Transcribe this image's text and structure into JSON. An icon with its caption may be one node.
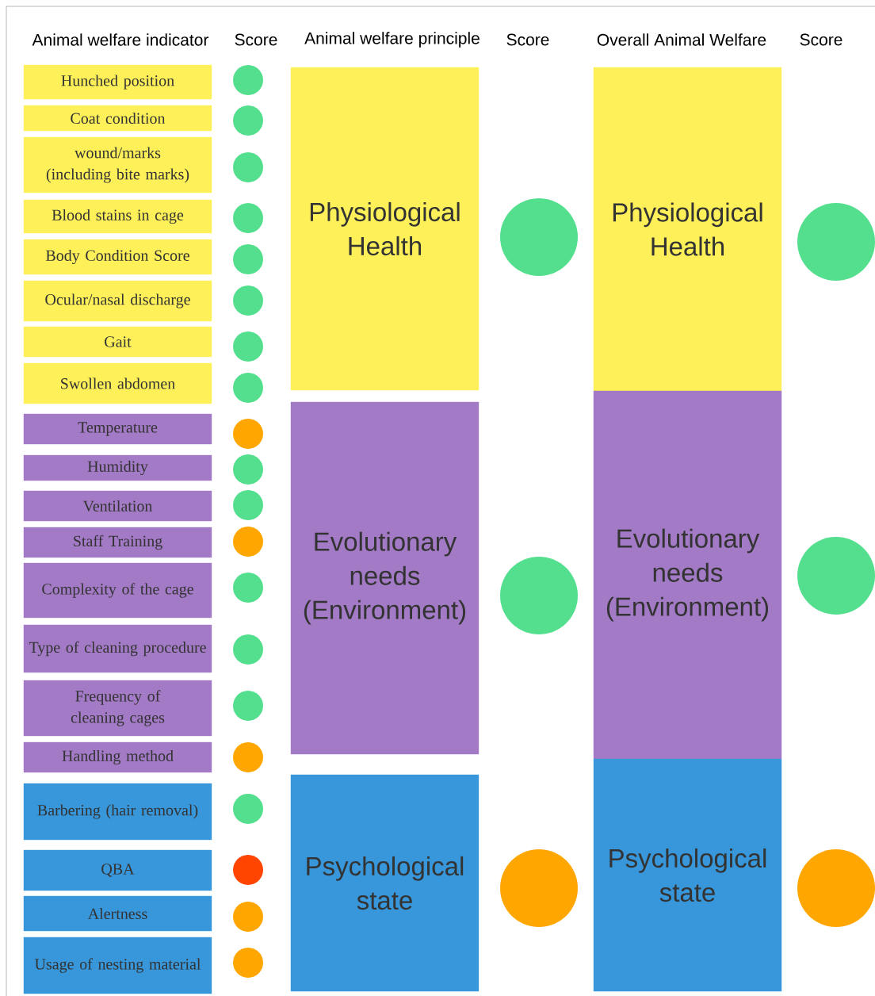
{
  "diagram": {
    "nodes": [
      {
        "text": [
          "Hunched position"
        ]
      },
      {
        "text": [
          "Coat condition"
        ]
      },
      {
        "text": [
          "wound/marks (including bite marks)"
        ]
      },
      {
        "text": [
          "Blood stains in cage"
        ]
      },
      {
        "text": [
          "Body Condition Score"
        ]
      },
      {
        "text": [
          "Ocular/nasal discharge"
        ]
      },
      {
        "text": [
          "Gait"
        ]
      },
      {
        "text": [
          "Swollen abdomen"
        ]
      },
      {
        "text": [
          "Temperature"
        ]
      },
      {
        "text": [
          "Humidity"
        ]
      },
      {
        "text": [
          "Ventilation"
        ]
      },
      {
        "text": [
          "Staff Training"
        ]
      },
      {
        "text": [
          "Complexity of the cage"
        ]
      },
      {
        "text": [
          "Type of cleaning procedure"
        ]
      },
      {
        "text": [
          "Frequency of cleaning cages"
        ]
      },
      {
        "text": [
          "Handling method"
        ]
      },
      {
        "text": [
          "Barbering (hair removal)"
        ]
      },
      {
        "text": [
          "QBA"
        ]
      },
      {
        "text": [
          "Alertness"
        ]
      },
      {
        "text": [
          "Usage of nesting material"
        ]
      },
      {
        "text": [],
        "shape": "circle"
      },
      {
        "text": [],
        "shape": "circle"
      },
      {
        "text": [],
        "shape": "circle"
      },
      {
        "text": [],
        "shape": "circle"
      },
      {
        "text": [],
        "shape": "circle"
      },
      {
        "text": [],
        "shape": "circle"
      },
      {
        "text": [],
        "shape": "circle"
      },
      {
        "text": [],
        "shape": "circle"
      },
      {
        "text": [],
        "shape": "circle"
      },
      {
        "text": [],
        "shape": "circle"
      },
      {
        "text": [],
        "shape": "circle"
      },
      {
        "text": [],
        "shape": "circle"
      },
      {
        "text": [],
        "shape": "circle"
      },
      {
        "text": [],
        "shape": "circle"
      },
      {
        "text": [],
        "shape": "circle"
      },
      {
        "text": [],
        "shape": "circle"
      },
      {
        "text": [],
        "shape": "circle"
      },
      {
        "text": [],
        "shape": "circle"
      },
      {
        "text": [],
        "shape": "circle"
      },
      {
        "text": [],
        "shape": "circle"
      },
      {
        "text": [
          "Physiological Health"
        ]
      },
      {
        "text": [
          "Evolutionary needs (Environment)"
        ]
      },
      {
        "text": [
          "Psychological state"
        ]
      },
      {
        "text": [],
        "shape": "circle"
      },
      {
        "text": [],
        "shape": "circle"
      },
      {
        "text": [],
        "shape": "circle"
      },
      {
        "text": [
          "Physiological Health"
        ]
      },
      {
        "text": [
          "Evolutionary needs (Environment)"
        ]
      },
      {
        "text": [
          "Psychological state"
        ]
      },
      {
        "text": [],
        "shape": "circle"
      },
      {
        "text": [],
        "shape": "circle"
      },
      {
        "text": [],
        "shape": "circle"
      }
    ],
    "labels": [
      "Animal welfare indicator",
      "Score",
      "Animal welfare principle",
      "Score",
      "Overall Animal Welfare",
      "Score"
    ]
  }
}
